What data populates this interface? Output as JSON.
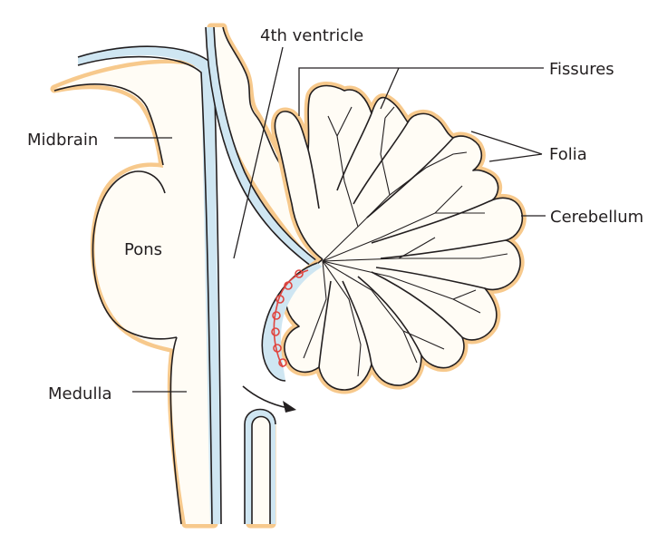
{
  "labels": {
    "fourth_ventricle": "4th ventricle",
    "fissures": "Fissures",
    "folia": "Folia",
    "cerebellum": "Cerebellum",
    "midbrain": "Midbrain",
    "pons": "Pons",
    "medulla": "Medulla"
  },
  "colors": {
    "outline": "#231f20",
    "tissue_fill": "#fffcf5",
    "tissue_rim": "#f7c98c",
    "csf_blue": "#cfe6f2",
    "choroid_red": "#e0453f"
  }
}
